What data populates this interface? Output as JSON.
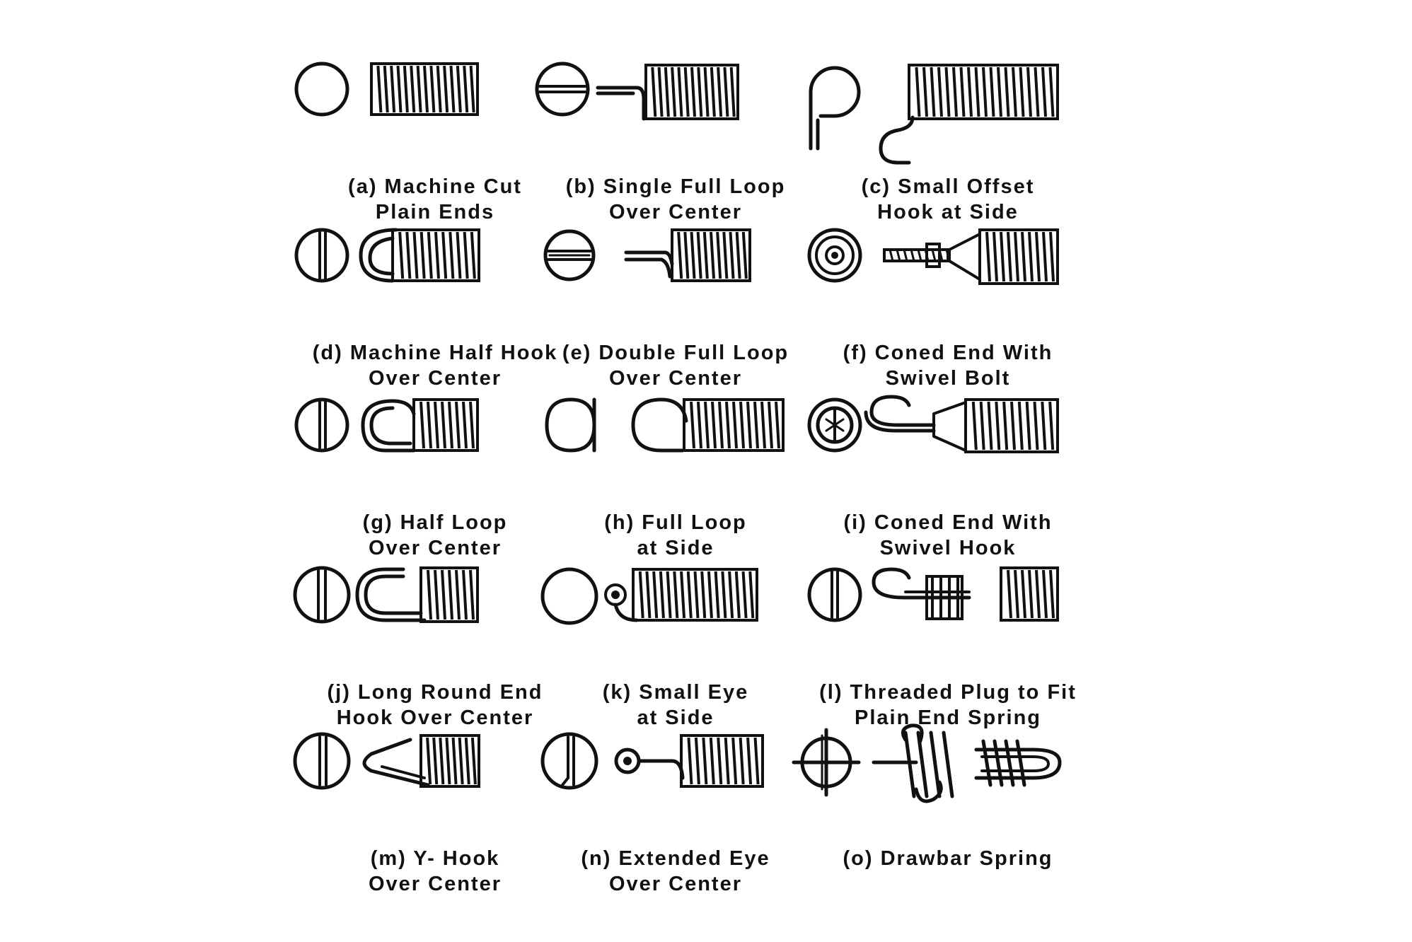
{
  "figure": {
    "rows": [
      [
        {
          "id": "a",
          "icon": "machine-cut-plain-ends-icon",
          "lines": [
            "(a) Machine Cut",
            "Plain Ends"
          ]
        },
        {
          "id": "b",
          "icon": "single-full-loop-over-center-icon",
          "lines": [
            "(b) Single Full Loop",
            "Over Center"
          ]
        },
        {
          "id": "c",
          "icon": "small-offset-hook-at-side-icon",
          "lines": [
            "(c) Small Offset",
            "Hook at Side"
          ]
        }
      ],
      [
        {
          "id": "d",
          "icon": "machine-half-hook-over-center-icon",
          "lines": [
            "(d) Machine Half Hook",
            "Over Center"
          ]
        },
        {
          "id": "e",
          "icon": "double-full-loop-over-center-icon",
          "lines": [
            "(e) Double Full Loop",
            "Over Center"
          ]
        },
        {
          "id": "f",
          "icon": "coned-end-with-swivel-bolt-icon",
          "lines": [
            "(f) Coned End With",
            "Swivel Bolt"
          ]
        }
      ],
      [
        {
          "id": "g",
          "icon": "half-loop-over-center-icon",
          "lines": [
            "(g) Half Loop",
            "Over Center"
          ]
        },
        {
          "id": "h",
          "icon": "full-loop-at-side-icon",
          "lines": [
            "(h) Full Loop",
            "at Side"
          ]
        },
        {
          "id": "i",
          "icon": "coned-end-with-swivel-hook-icon",
          "lines": [
            "(i) Coned End With",
            "Swivel Hook"
          ]
        }
      ],
      [
        {
          "id": "j",
          "icon": "long-round-end-hook-over-center-icon",
          "lines": [
            "(j) Long Round End",
            "Hook Over Center"
          ]
        },
        {
          "id": "k",
          "icon": "small-eye-at-side-icon",
          "lines": [
            "(k) Small Eye",
            "at Side"
          ]
        },
        {
          "id": "l",
          "icon": "threaded-plug-to-fit-plain-end-spring-icon",
          "lines": [
            "(l) Threaded Plug to Fit",
            "Plain End Spring"
          ]
        }
      ],
      [
        {
          "id": "m",
          "icon": "y-hook-over-center-icon",
          "lines": [
            "(m) Y- Hook",
            "Over Center"
          ]
        },
        {
          "id": "n",
          "icon": "extended-eye-over-center-icon",
          "lines": [
            "(n) Extended Eye",
            "Over Center"
          ]
        },
        {
          "id": "o",
          "icon": "drawbar-spring-icon",
          "lines": [
            "(o) Drawbar Spring"
          ]
        }
      ]
    ]
  },
  "colors": {
    "ink": "#111111",
    "background": "#ffffff"
  }
}
